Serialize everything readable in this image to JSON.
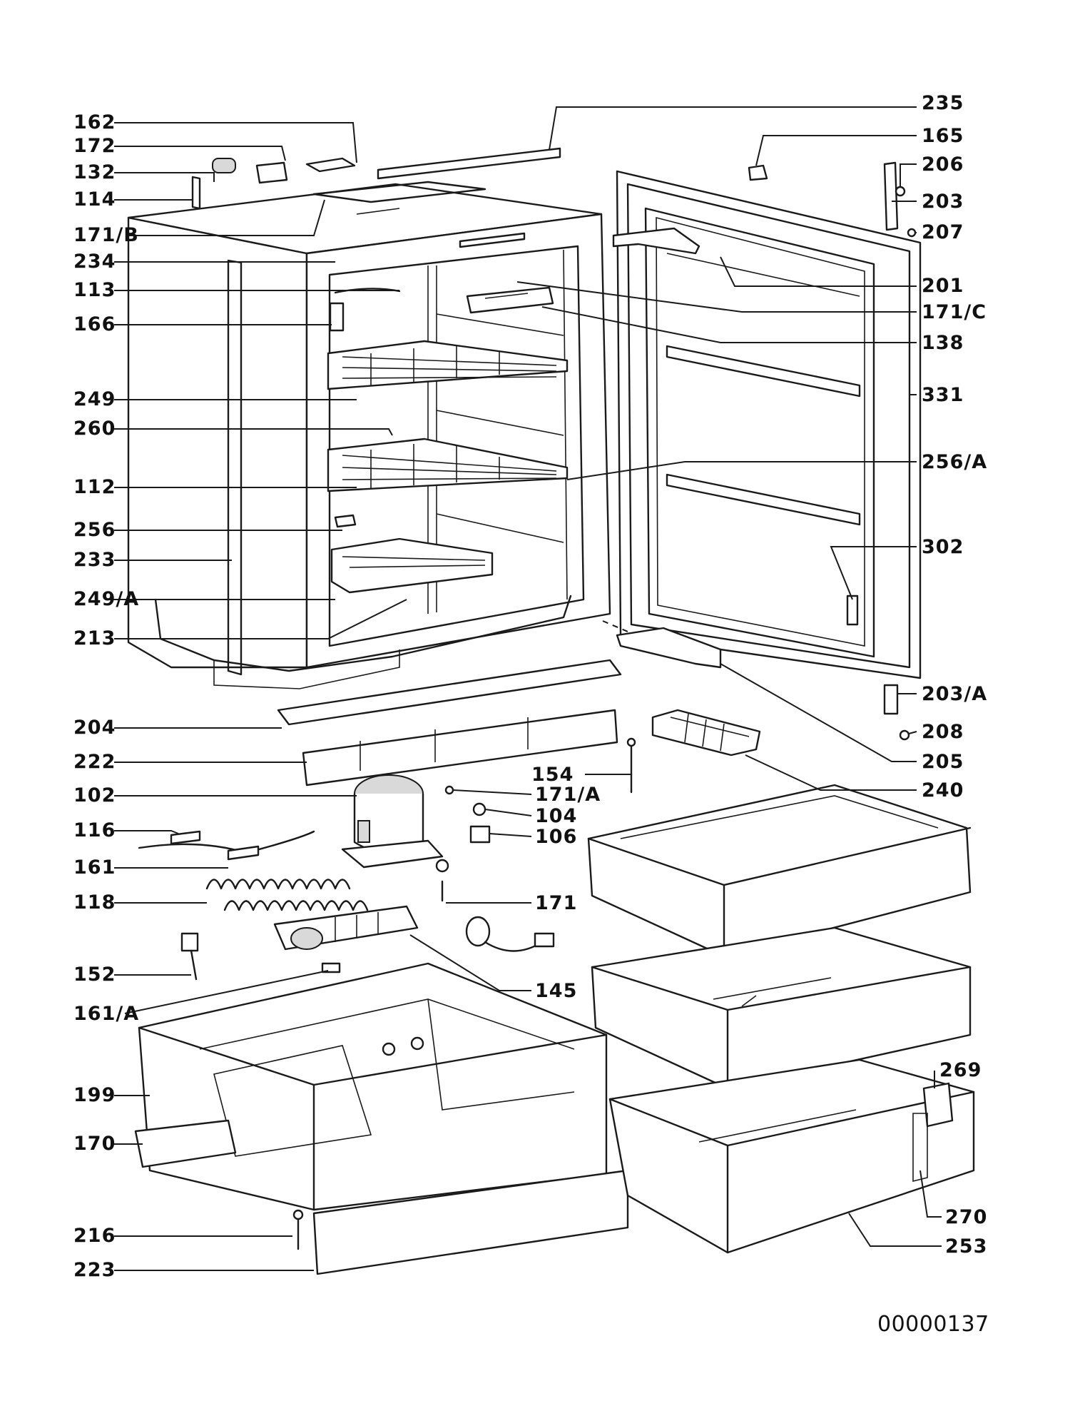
{
  "diagram": {
    "drawing_id": "00000137",
    "part_labels": [
      "235",
      "162",
      "172",
      "165",
      "132",
      "206",
      "114",
      "203",
      "207",
      "171/B",
      "234",
      "201",
      "113",
      "171/C",
      "166",
      "138",
      "249",
      "331",
      "260",
      "256/A",
      "112",
      "302",
      "256",
      "233",
      "249/A",
      "213",
      "203/A",
      "204",
      "208",
      "222",
      "205",
      "154",
      "240",
      "102",
      "171/A",
      "104",
      "116",
      "106",
      "161",
      "118",
      "171",
      "152",
      "145",
      "161/A",
      "269",
      "199",
      "170",
      "270",
      "216",
      "253",
      "223"
    ]
  }
}
